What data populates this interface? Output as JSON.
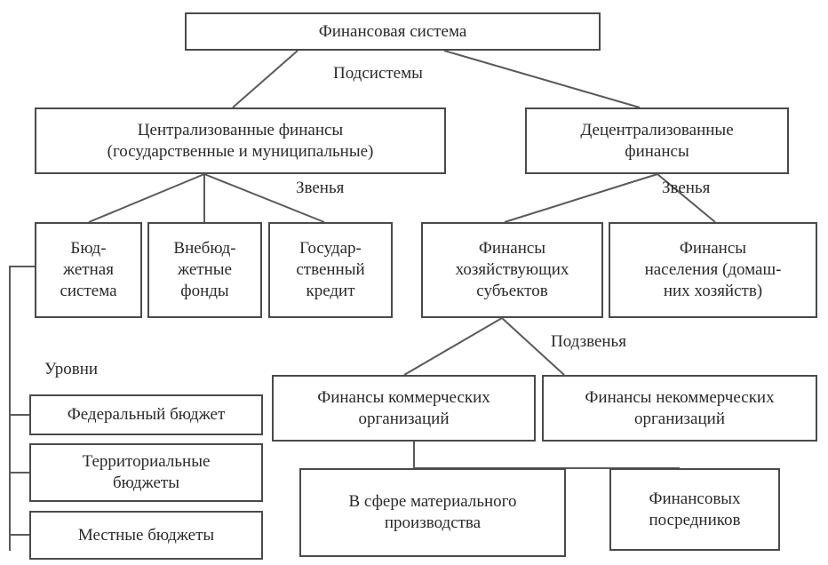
{
  "boxes": {
    "root": "Финансовая система",
    "centralized": "Централизованные финансы\n(государственные и муниципальные)",
    "decentralized": "Децентрализованные\nфинансы",
    "budget_system": "Бюд-\nжетная\nсистема",
    "extrabudget_funds": "Внебюд-\nжетные\nфонды",
    "state_credit": "Государ-\nственный\nкредит",
    "business_finance": "Финансы\nхозяйствующих\nсубъектов",
    "household_finance": "Финансы\nнаселения (домаш-\nних хозяйств)",
    "commercial_org": "Финансы коммерческих\nорганизаций",
    "noncommercial_org": "Финансы некоммерческих\nорганизаций",
    "material_production": "В сфере материального\nпроизводства",
    "intermediaries": "Финансовых\nпосредников",
    "federal_budget": "Федеральный бюджет",
    "territorial_budgets": "Территориальные\nбюджеты",
    "local_budgets": "Местные бюджеты"
  },
  "labels": {
    "subsystems": "Подсистемы",
    "links_left": "Звенья",
    "links_right": "Звенья",
    "sublinks": "Подзвенья",
    "levels": "Уровни"
  }
}
